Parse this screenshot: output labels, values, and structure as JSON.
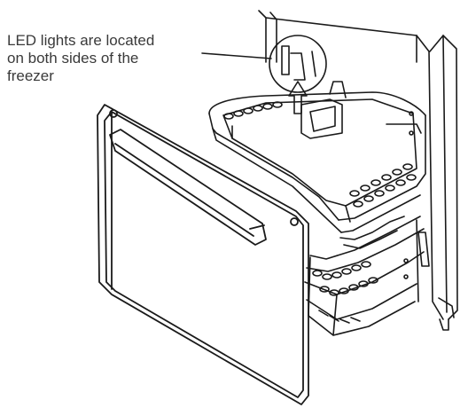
{
  "callout": {
    "lines": [
      "LED lights are located",
      "on both sides of the",
      "freezer"
    ]
  },
  "colors": {
    "line": "#1a1a1a",
    "text": "#3a3a3a",
    "background": "#ffffff"
  }
}
